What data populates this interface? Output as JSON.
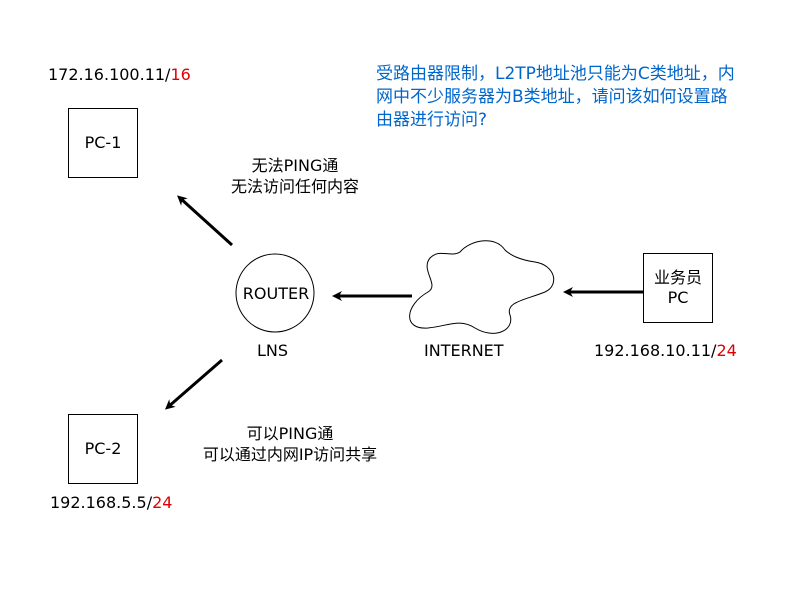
{
  "nodes": {
    "pc1": {
      "label": "PC-1",
      "ip_prefix": "172.16.100.11/",
      "mask": "16"
    },
    "pc2": {
      "label": "PC-2",
      "ip_prefix": "192.168.5.5/",
      "mask": "24"
    },
    "router": {
      "label": "ROUTER",
      "sublabel": "LNS"
    },
    "internet": {
      "label": "INTERNET"
    },
    "clerk_pc": {
      "label_line1": "业务员",
      "label_line2": "PC",
      "ip_prefix": "192.168.10.11/",
      "mask": "24"
    }
  },
  "annotations": {
    "pc1_status_line1": "无法PING通",
    "pc1_status_line2": "无法访问任何内容",
    "pc2_status_line1": "可以PING通",
    "pc2_status_line2": "可以通过内网IP访问共享",
    "question": "受路由器限制，L2TP地址池只能为C类地址，内网中不少服务器为B类地址，请问该如何设置路由器进行访问?"
  },
  "colors": {
    "question": "#0066cc",
    "mask": "#e00000"
  }
}
